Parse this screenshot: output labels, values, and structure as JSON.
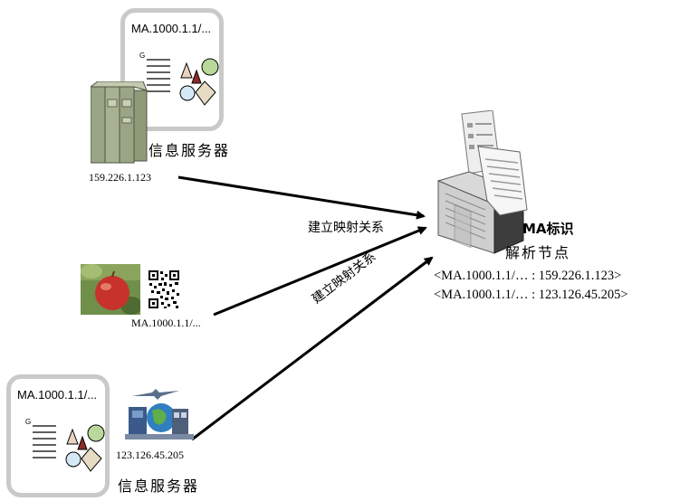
{
  "diagram": {
    "top_server": {
      "card_title": "MA.1000.1.1/...",
      "card_glyph": "G",
      "label": "信息服务器",
      "ip": "159.226.1.123"
    },
    "product": {
      "identifier": "MA.1000.1.1/..."
    },
    "bottom_server": {
      "card_title": "MA.1000.1.1/...",
      "card_glyph": "G",
      "label": "信息服务器",
      "ip": "123.126.45.205"
    },
    "resolver": {
      "label_line1": "MA标识",
      "label_line2": "解析节点",
      "mappings": [
        "<MA.1000.1.1/… : 159.226.1.123>",
        "<MA.1000.1.1/… : 123.126.45.205>"
      ]
    },
    "edges": [
      {
        "label": "建立映射关系"
      },
      {
        "label": "建立映射关系"
      }
    ],
    "colors": {
      "card_border": "#c9c9c9",
      "arrow": "#000000",
      "server_tower": "#8e9a78",
      "apple": "#c8322c"
    }
  }
}
